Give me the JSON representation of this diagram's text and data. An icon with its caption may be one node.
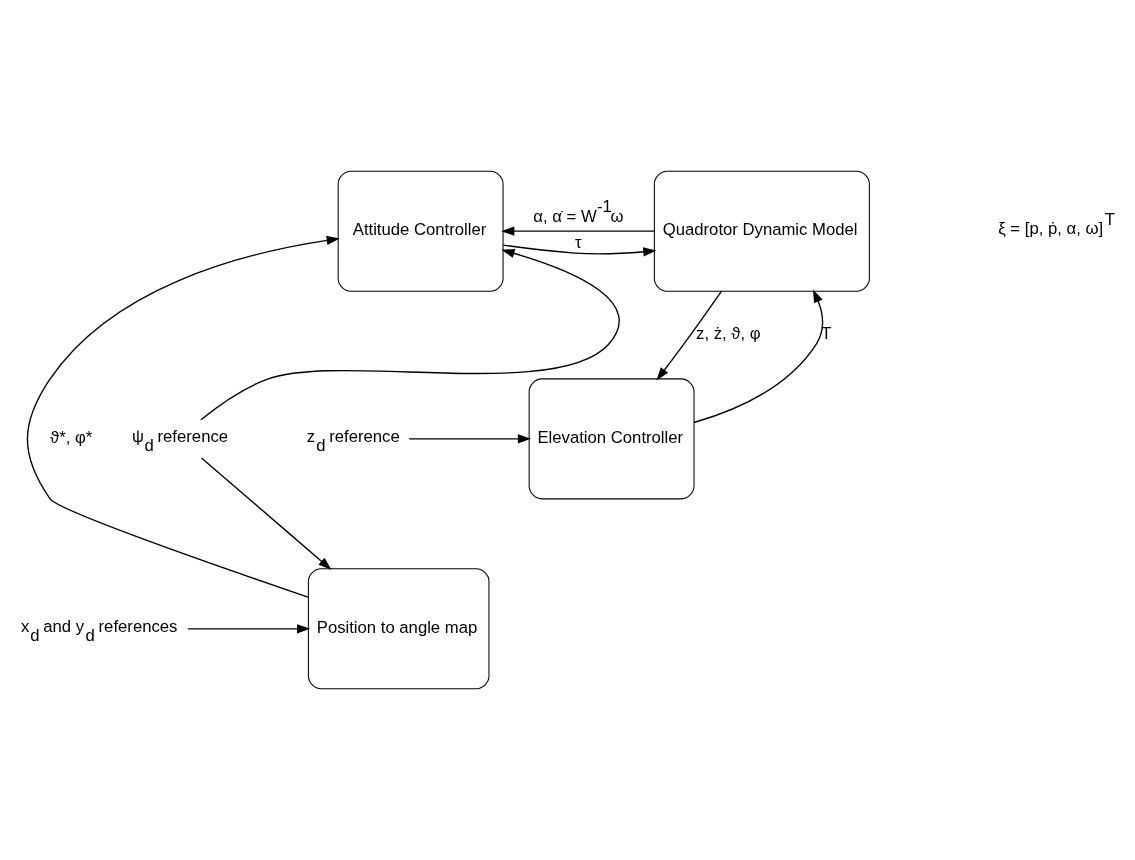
{
  "diagram": {
    "nodes": [
      {
        "text": [
          "Attitude Controller"
        ]
      },
      {
        "text": [
          "Quadrotor Dynamic Model"
        ]
      },
      {
        "text": [
          "Elevation Controller"
        ]
      },
      {
        "text": [
          "Position to angle map"
        ]
      },
      {
        "text": [
          "ψ$_{d}$ reference"
        ]
      },
      {
        "text": [
          "z$_{d}$ reference"
        ]
      },
      {
        "text": [
          "x$_{d}$ and y$_{d}$ references"
        ]
      }
    ],
    "edges": [
      {
        "from": 4,
        "to": 0,
        "arrow": "to"
      },
      {
        "from": 4,
        "to": 3,
        "arrow": "to"
      },
      {
        "from": 0,
        "to": 1,
        "arrow": "to",
        "label": "τ"
      },
      {
        "from": 2,
        "to": 1,
        "arrow": "to",
        "label": "T"
      },
      {
        "from": 1,
        "to": 0,
        "arrow": "to",
        "label": "α, α̇ = W$^{-1}$ω"
      },
      {
        "from": 1,
        "to": 2,
        "arrow": "to",
        "label": "z, ż, ϑ, φ"
      },
      {
        "from": 3,
        "to": 0,
        "arrow": "to",
        "label": "ϑ*, φ*"
      },
      {
        "from": 5,
        "to": 2,
        "arrow": "to"
      },
      {
        "from": 6,
        "to": 3,
        "arrow": "to"
      }
    ],
    "labels": [
      "ξ = [p, ṗ, α, ω]$^{T}$"
    ]
  }
}
